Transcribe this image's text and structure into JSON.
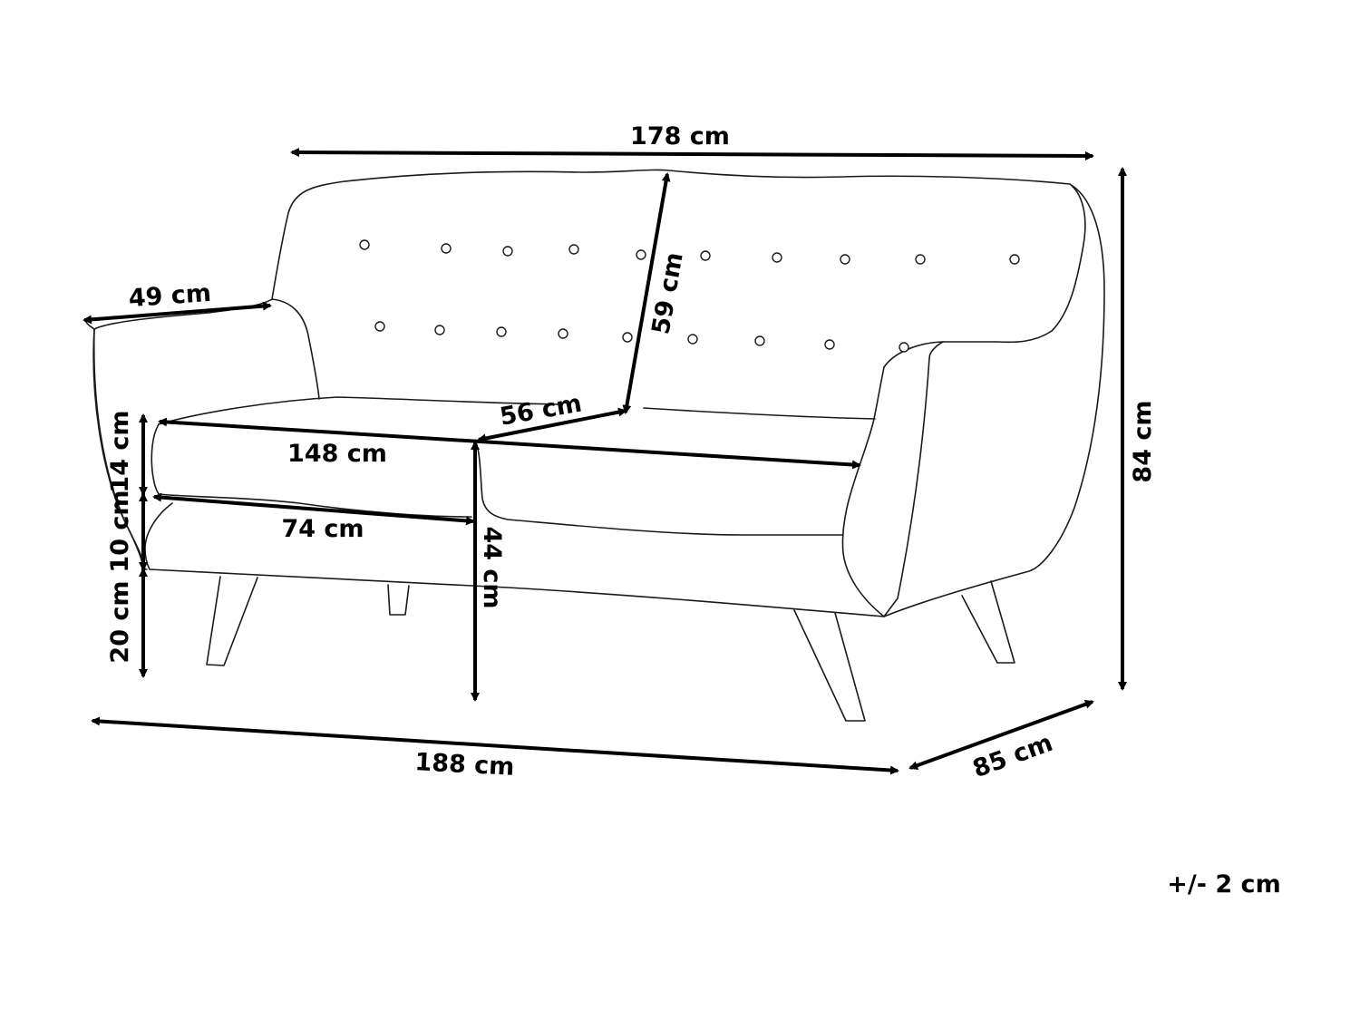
{
  "dimensions": {
    "back_width": "178 cm",
    "back_height": "59 cm",
    "arm_depth": "49 cm",
    "seat_depth": "56 cm",
    "seat_width": "148 cm",
    "cushion_depth": "74 cm",
    "cushion_height": "14 cm",
    "base_height": "10 cm",
    "leg_height": "20 cm",
    "seat_height": "44 cm",
    "total_height": "84 cm",
    "total_width": "188 cm",
    "total_depth": "85 cm"
  },
  "tolerance": "+/- 2 cm",
  "colors": {
    "line": "#000000",
    "outline": "#1a1a1a",
    "background": "#ffffff"
  }
}
